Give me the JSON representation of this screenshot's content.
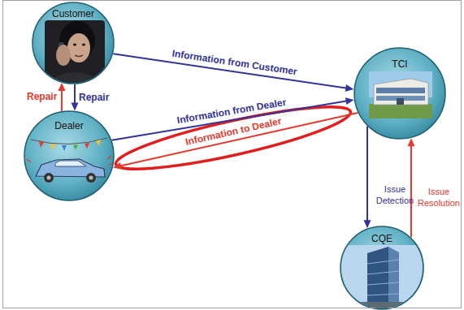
{
  "diagram": {
    "nodes": [
      {
        "text": [
          "Customer"
        ]
      },
      {
        "text": [
          "TCI"
        ]
      },
      {
        "text": [
          "Dealer"
        ]
      },
      {
        "text": [
          "CQE"
        ]
      }
    ],
    "edges": [
      {
        "from": 0,
        "to": 1,
        "arrow": "to",
        "label": "Information from Customer"
      },
      {
        "from": 2,
        "to": 1,
        "arrow": "to",
        "label": "Information from Dealer"
      },
      {
        "from": 1,
        "to": 2,
        "arrow": "to",
        "label": "Information to Dealer"
      },
      {
        "from": 2,
        "to": 0,
        "arrow": "to",
        "label": "Repair"
      },
      {
        "from": 0,
        "to": 2,
        "arrow": "to",
        "label": "Repair"
      },
      {
        "from": 1,
        "to": 3,
        "arrow": "to",
        "label": "Issue Detection"
      },
      {
        "from": 3,
        "to": 1,
        "arrow": "to",
        "label": "Issue Resolution"
      }
    ]
  }
}
